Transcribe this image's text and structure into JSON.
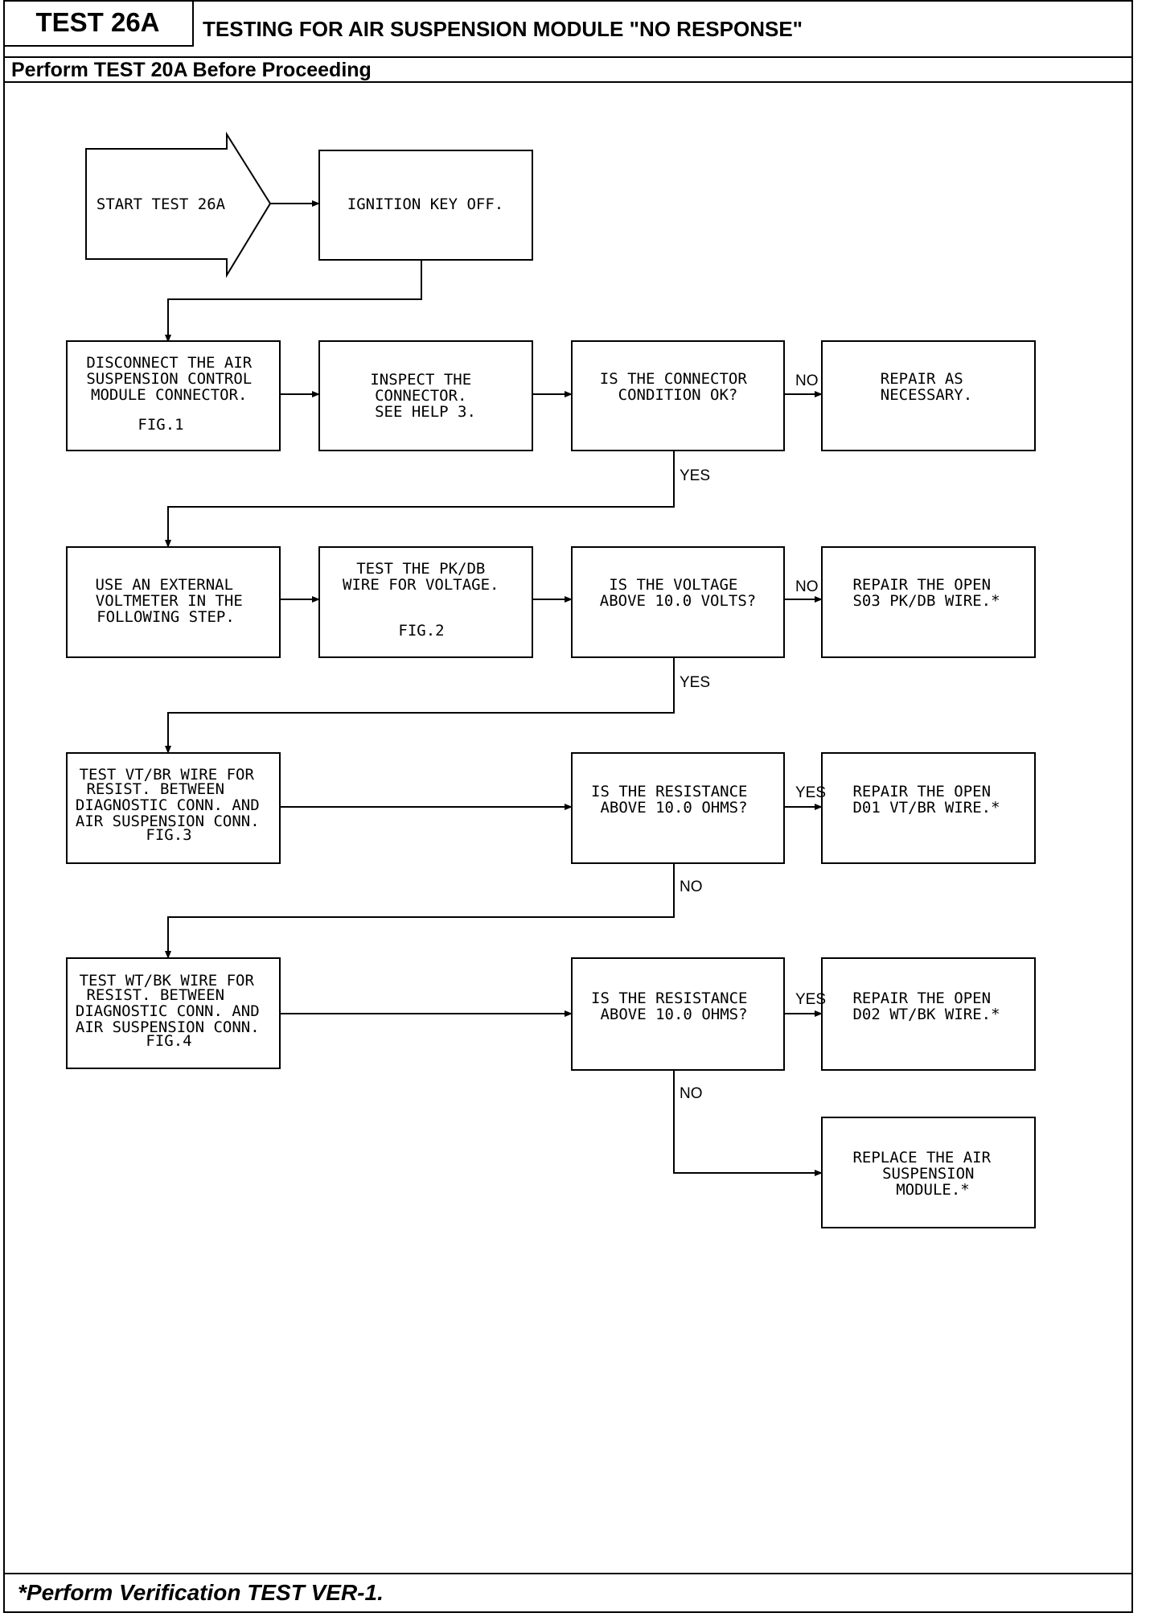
{
  "header": {
    "test_id": "TEST 26A",
    "title": "TESTING FOR AIR SUSPENSION MODULE \"NO RESPONSE\"",
    "prerequisite": "Perform TEST 20A Before Proceeding"
  },
  "footer": {
    "note": "*Perform Verification TEST VER-1."
  },
  "flowchart": {
    "start": [
      "START TEST 26A"
    ],
    "ignition": [
      "IGNITION KEY OFF."
    ],
    "disconnect": [
      "DISCONNECT THE AIR",
      "SUSPENSION CONTROL",
      "MODULE CONNECTOR.",
      "",
      "FIG.1"
    ],
    "inspect": [
      "INSPECT THE",
      "CONNECTOR.",
      "SEE HELP 3."
    ],
    "connector_ok": [
      "IS THE CONNECTOR",
      "CONDITION OK?"
    ],
    "repair_necessary": [
      "REPAIR AS",
      "NECESSARY."
    ],
    "use_voltmeter": [
      "USE AN EXTERNAL",
      "VOLTMETER IN THE",
      "FOLLOWING STEP."
    ],
    "test_pkdb": [
      "TEST THE PK/DB",
      "WIRE FOR VOLTAGE.",
      "",
      "",
      "FIG.2"
    ],
    "voltage_above": [
      "IS THE VOLTAGE",
      "ABOVE 10.0 VOLTS?"
    ],
    "repair_s03": [
      "REPAIR THE OPEN",
      "S03 PK/DB WIRE.*"
    ],
    "test_vtbr": [
      "TEST VT/BR WIRE FOR",
      "RESIST. BETWEEN",
      "DIAGNOSTIC CONN. AND",
      "AIR SUSPENSION CONN.",
      "FIG.3"
    ],
    "resistance_1": [
      "IS THE RESISTANCE",
      "ABOVE 10.0 OHMS?"
    ],
    "repair_d01": [
      "REPAIR THE OPEN",
      "D01 VT/BR WIRE.*"
    ],
    "test_wtbk": [
      "TEST WT/BK WIRE FOR",
      "RESIST. BETWEEN",
      "DIAGNOSTIC CONN. AND",
      "AIR SUSPENSION CONN.",
      "FIG.4"
    ],
    "resistance_2": [
      "IS THE RESISTANCE",
      "ABOVE 10.0 OHMS?"
    ],
    "repair_d02": [
      "REPAIR THE OPEN",
      "D02 WT/BK WIRE.*"
    ],
    "replace_module": [
      "REPLACE THE AIR",
      "SUSPENSION",
      "MODULE.*"
    ],
    "labels": {
      "no_1": "NO",
      "yes_1": "YES",
      "no_2": "NO",
      "yes_2": "YES",
      "yes_3": "YES",
      "no_3": "NO",
      "yes_4": "YES",
      "no_4": "NO"
    }
  }
}
